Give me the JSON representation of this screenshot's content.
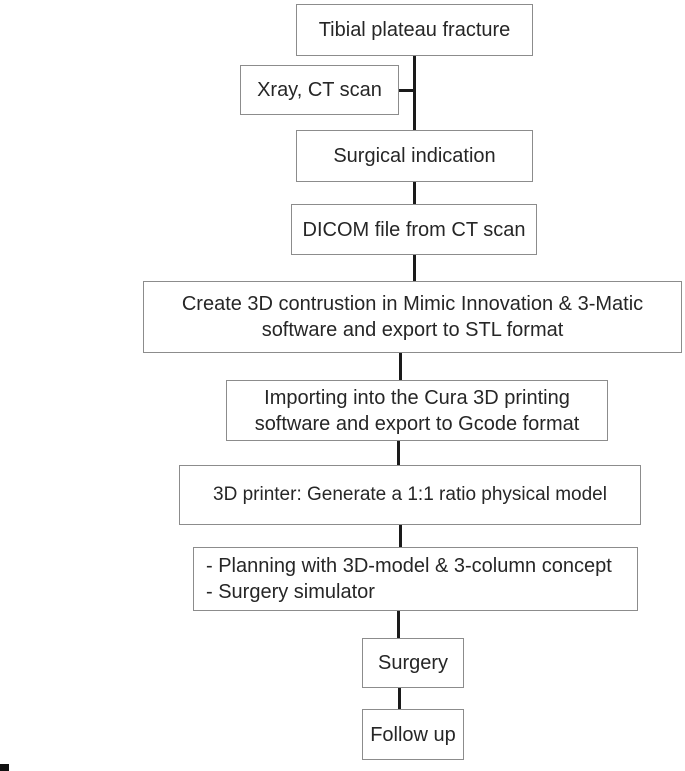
{
  "figure": {
    "type": "flowchart",
    "background": "#ffffff",
    "colors": {
      "box_border": "#8c8c8c",
      "connector": "#1a1a1a",
      "text": "#262626"
    },
    "nodes": {
      "tibial": {
        "label": "Tibial plateau fracture"
      },
      "xray": {
        "label": "Xray, CT scan"
      },
      "surgical": {
        "label": "Surgical indication"
      },
      "dicom": {
        "label": "DICOM file from CT scan"
      },
      "create3d": {
        "line1": "Create 3D contrustion in Mimic Innovation & 3-Matic",
        "line2": "software and export to STL format"
      },
      "cura": {
        "line1": "Importing into the Cura 3D printing",
        "line2": "software and export to Gcode format"
      },
      "printer": {
        "label": "3D printer: Generate a 1:1 ratio physical model"
      },
      "planning": {
        "line1": "- Planning with 3D-model & 3-column concept",
        "line2": "- Surgery simulator"
      },
      "surgery": {
        "label": "Surgery"
      },
      "followup": {
        "label": "Follow up"
      }
    },
    "edges": [
      [
        "tibial",
        "surgical"
      ],
      [
        "xray",
        "tibial-surgical-connector"
      ],
      [
        "surgical",
        "dicom"
      ],
      [
        "dicom",
        "create3d"
      ],
      [
        "create3d",
        "cura"
      ],
      [
        "cura",
        "printer"
      ],
      [
        "printer",
        "planning"
      ],
      [
        "planning",
        "surgery"
      ],
      [
        "surgery",
        "followup"
      ]
    ]
  }
}
